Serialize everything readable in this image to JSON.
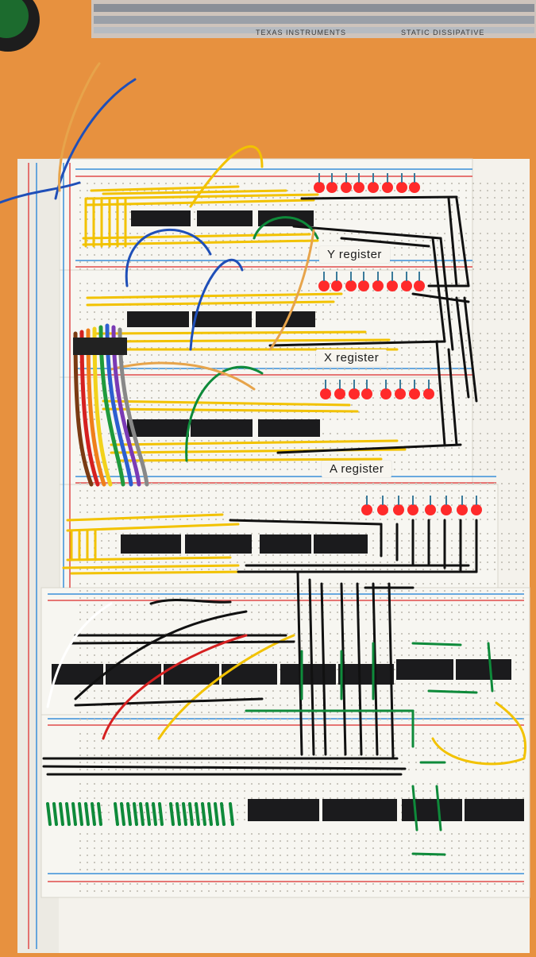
{
  "labels": {
    "y_register": "Y  register",
    "x_register": "X  register",
    "a_register": "A  register"
  },
  "tray": {
    "brand": "TEXAS INSTRUMENTS",
    "note": "STATIC DISSIPATIVE"
  },
  "colors": {
    "table": "#e7913f",
    "board": "#f4f2ec",
    "jumper_yellow": "#f2c200",
    "jumper_black": "#111111",
    "jumper_green": "#0e8a3a",
    "jumper_blue": "#1f4fb8",
    "jumper_red": "#d52020",
    "led_red": "#ff2a2a",
    "rail_red": "#e14b4b",
    "rail_blue": "#3a8fd9"
  }
}
